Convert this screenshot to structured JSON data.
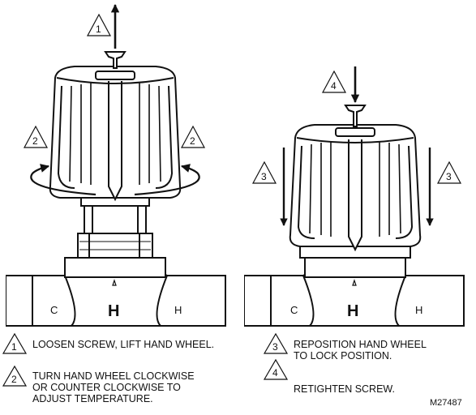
{
  "steps": [
    {
      "number": "1",
      "text": "LOOSEN SCREW, LIFT HAND WHEEL."
    },
    {
      "number": "2",
      "text_lines": [
        "TURN HAND WHEEL CLOCKWISE",
        "OR COUNTER CLOCKWISE TO",
        "ADJUST TEMPERATURE."
      ]
    },
    {
      "number": "3",
      "text_lines": [
        "REPOSITION HAND WHEEL",
        "TO LOCK POSITION."
      ]
    },
    {
      "number": "4",
      "text": "RETIGHTEN SCREW."
    }
  ],
  "valve": {
    "left_label": "C",
    "center_label": "H",
    "right_label": "H"
  },
  "figure_id": "M27487"
}
